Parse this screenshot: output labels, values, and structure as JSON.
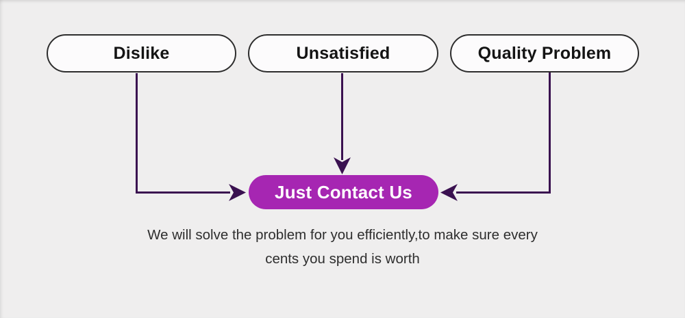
{
  "diagram": {
    "sources": [
      {
        "label": "Dislike"
      },
      {
        "label": "Unsatisfied"
      },
      {
        "label": "Quality Problem"
      }
    ],
    "target": {
      "label": "Just Contact Us"
    },
    "description": {
      "line1": "We will solve the problem for you efficiently,to make sure every",
      "line2": "cents you spend is worth"
    },
    "colors": {
      "background": "#efeeee",
      "node_fill": "#fcfbfc",
      "node_border": "#2d2d2d",
      "accent_fill": "#a626b2",
      "accent_text": "#ffffff",
      "connector": "#3a1150",
      "caption_text": "#2e2e2e"
    }
  }
}
